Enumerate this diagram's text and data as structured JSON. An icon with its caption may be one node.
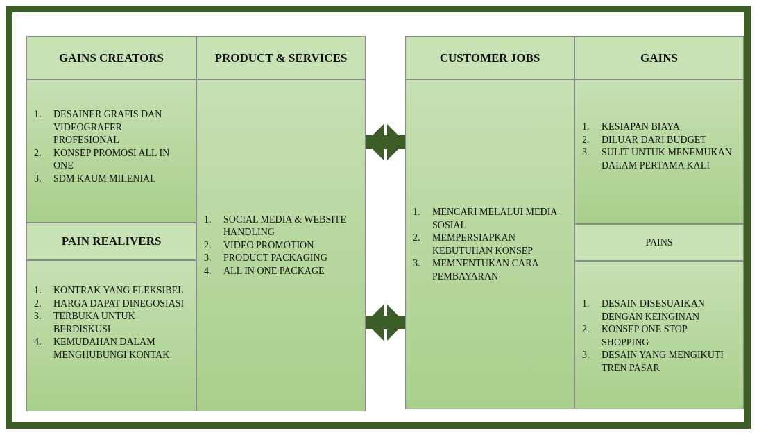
{
  "diagram": {
    "nodes": [
      {
        "text": [
          "GAINS CREATORS"
        ]
      },
      {
        "text": [
          "1. DESAINER GRAFIS DAN VIDEOGRAFER PROFESIONAL",
          "2. KONSEP PROMOSI ALL IN ONE",
          "3. SDM KAUM MILENIAL"
        ]
      },
      {
        "text": [
          "PRODUCT & SERVICES"
        ]
      },
      {
        "text": [
          "1. SOCIAL MEDIA & WEBSITE HANDLING",
          "2. VIDEO PROMOTION",
          "3. PRODUCT PACKAGING",
          "4. ALL IN ONE PACKAGE"
        ]
      },
      {
        "text": [
          "PAIN REALIVERS"
        ]
      },
      {
        "text": [
          "1. KONTRAK YANG FLEKSIBEL",
          "2. HARGA DAPAT DINEGOSIASI",
          "3. TERBUKA UNTUK BERDISKUSI",
          "4. KEMUDAHAN DALAM MENGHUBUNGI KONTAK"
        ]
      },
      {
        "text": [
          "CUSTOMER JOBS"
        ]
      },
      {
        "text": [
          "1. MENCARI MELALUI MEDIA SOSIAL",
          "2. MEMPERSIAPKAN KEBUTUHAN KONSEP",
          "3. MEMNENTUKAN CARA PEMBAYARAN"
        ]
      },
      {
        "text": [
          "GAINS"
        ]
      },
      {
        "text": [
          "1. KESIAPAN BIAYA",
          "2. DILUAR DARI BUDGET",
          "3. SULIT UNTUK MENEMUKAN DALAM PERTAMA KALI"
        ]
      },
      {
        "text": [
          "PAINS"
        ]
      },
      {
        "text": [
          "1. DESAIN DISESUAIKAN DENGAN KEINGINAN",
          "2. KONSEP ONE STOP SHOPPING",
          "3. DESAIN YANG MENGIKUTI TREN PASAR"
        ]
      }
    ],
    "edges": [
      {
        "from": 3,
        "to": 7,
        "arrow": "both"
      },
      {
        "from": 3,
        "to": 7,
        "arrow": "both"
      }
    ]
  }
}
